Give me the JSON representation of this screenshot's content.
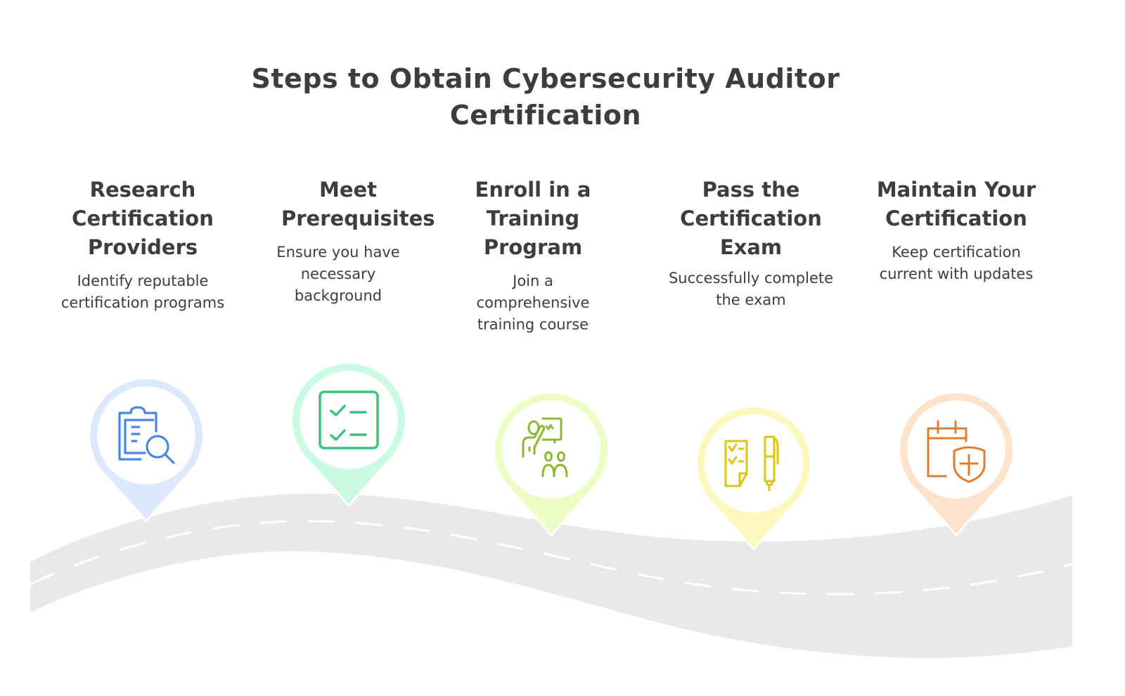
{
  "title": "Steps to Obtain Cybersecurity Auditor Certification",
  "steps": [
    {
      "heading": "Research Certification Providers",
      "description": "Identify reputable certification programs",
      "icon": "clipboard-search-icon",
      "color": "#4a86e8",
      "ring": "#dce8fd"
    },
    {
      "heading": "Meet Prerequisites",
      "description": "Ensure you have necessary background",
      "icon": "checklist-icon",
      "color": "#3fc07f",
      "ring": "#c9fbe3"
    },
    {
      "heading": "Enroll in a Training Program",
      "description": "Join a comprehensive training course",
      "icon": "presentation-training-icon",
      "color": "#8ab833",
      "ring": "#ebfcc4"
    },
    {
      "heading": "Pass the Certification Exam",
      "description": "Successfully complete the exam",
      "icon": "exam-pen-icon",
      "color": "#dcc60f",
      "ring": "#fdf8bd"
    },
    {
      "heading": "Maintain Your Certification",
      "description": "Keep certification current with updates",
      "icon": "calendar-shield-icon",
      "color": "#e07d2c",
      "ring": "#fde3cc"
    }
  ]
}
